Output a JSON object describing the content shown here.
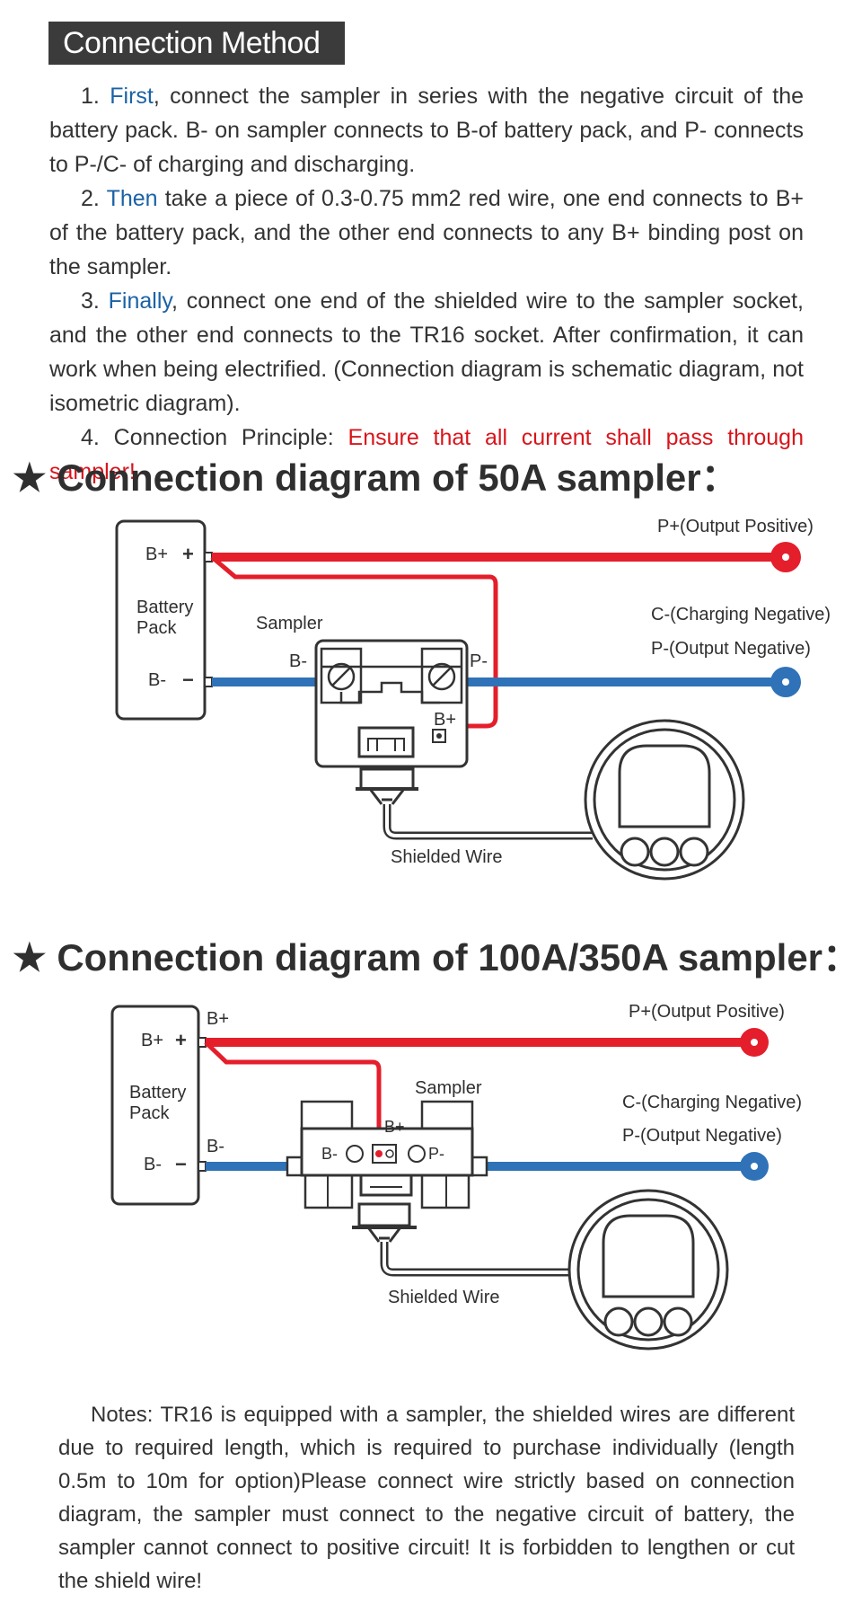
{
  "header": {
    "title": "Connection Method"
  },
  "steps": [
    {
      "num": "1.",
      "keyword": "First",
      "text": ", connect the sampler in series with the negative circuit of the battery pack. B- on sampler connects to B-of battery pack, and P- connects to P-/C- of charging and discharging."
    },
    {
      "num": "2.",
      "keyword": "Then",
      "text": " take a piece of 0.3-0.75 mm2 red wire, one end connects to B+ of the battery pack, and the other end connects to any B+ binding post on the sampler."
    },
    {
      "num": "3.",
      "keyword": "Finally",
      "text": ", connect one end of the shielded wire to the sampler socket, and the other end connects to the TR16 socket. After confirmation, it can work when being electrified. (Connection diagram is schematic diagram, not isometric diagram)."
    },
    {
      "num": "4.",
      "prefix": "Connection Principle: ",
      "warning": "Ensure that all current shall pass through sampler!"
    }
  ],
  "diagram1": {
    "title": "★ Connection diagram of 50A sampler：",
    "battery_pos": "B+",
    "battery_neg": "B-",
    "battery_line1": "Battery",
    "battery_line2": "Pack",
    "sampler_label": "Sampler",
    "sampler_bneg": "B-",
    "sampler_pneg": "P-",
    "sampler_bpos": "B+",
    "p_plus_label": "P+(Output Positive)",
    "c_minus_label": "C-(Charging Negative)",
    "p_minus_label": "P-(Output Negative)",
    "shielded_label": "Shielded Wire"
  },
  "diagram2": {
    "title": "★ Connection diagram of 100A/350A sampler：",
    "battery_pos": "B+",
    "battery_neg": "B-",
    "battery_line1": "Battery",
    "battery_line2": "Pack",
    "wire_bpos": "B+",
    "wire_bneg": "B-",
    "sampler_label": "Sampler",
    "sampler_bneg": "B-",
    "sampler_pneg": "P-",
    "sampler_bpos": "B+",
    "p_plus_label": "P+(Output Positive)",
    "c_minus_label": "C-(Charging Negative)",
    "p_minus_label": "P-(Output Negative)",
    "shielded_label": "Shielded Wire"
  },
  "notes": {
    "text": "Notes: TR16 is equipped with a sampler, the shielded wires are different due to required length, which is required to purchase individually (length 0.5m to 10m for option)Please connect wire strictly based on connection diagram, the sampler must connect to the negative circuit of battery, the sampler cannot connect to positive circuit! It is forbidden to lengthen or cut the shield wire!"
  },
  "colors": {
    "red_wire": "#e41e2b",
    "blue_wire": "#2f72b8",
    "text_blue": "#1a62a5",
    "warning_red": "#d9141b",
    "title_bg": "#3b3b3b"
  }
}
